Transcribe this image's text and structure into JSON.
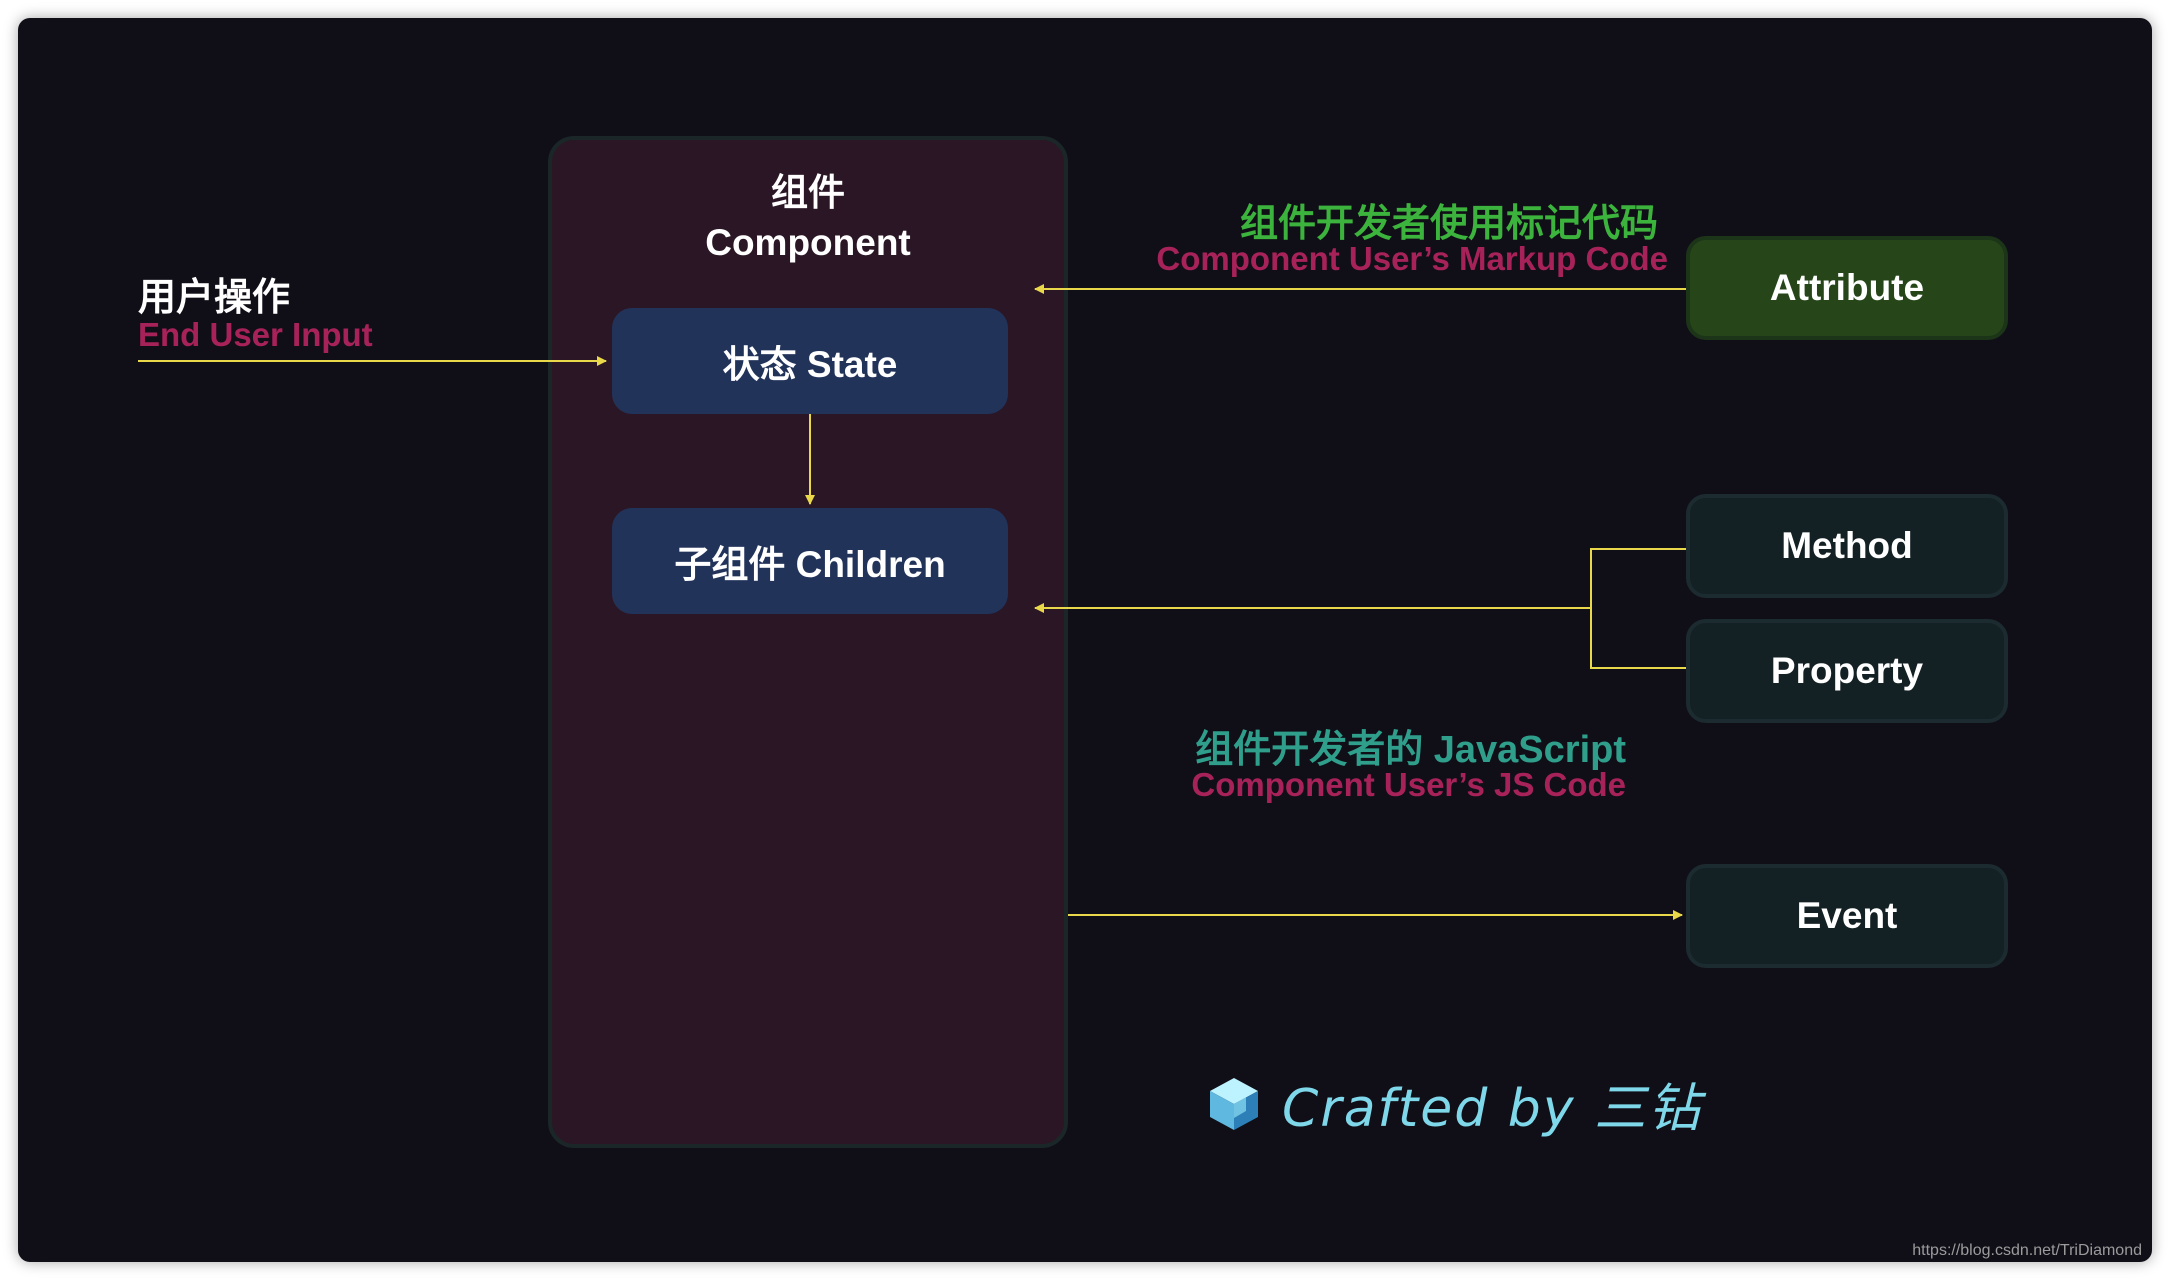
{
  "component": {
    "title_cn": "组件",
    "title_en": "Component",
    "state_label": "状态 State",
    "children_label": "子组件 Children"
  },
  "end_user": {
    "label_cn": "用户操作",
    "label_en": "End User Input"
  },
  "markup": {
    "label_cn": "组件开发者使用标记代码",
    "label_en": "Component User’s Markup Code"
  },
  "js": {
    "label_cn": "组件开发者的 JavaScript",
    "label_en": "Component User’s JS Code"
  },
  "boxes": {
    "attribute": "Attribute",
    "method": "Method",
    "property": "Property",
    "event": "Event"
  },
  "credit": {
    "text": "Crafted by 三钻",
    "icon": "cube-logo-icon"
  },
  "watermark": "https://blog.csdn.net/TriDiamond",
  "colors": {
    "background": "#100f18",
    "component_fill": "#2a1625",
    "inner_box": "#22335a",
    "attribute_box": "#26461a",
    "dark_box": "#132024",
    "arrow": "#e8d84a",
    "english_label": "#a8225a",
    "markup_label": "#3cb33c",
    "js_label": "#2f9f8c",
    "credit_text": "#7fd8ea"
  }
}
